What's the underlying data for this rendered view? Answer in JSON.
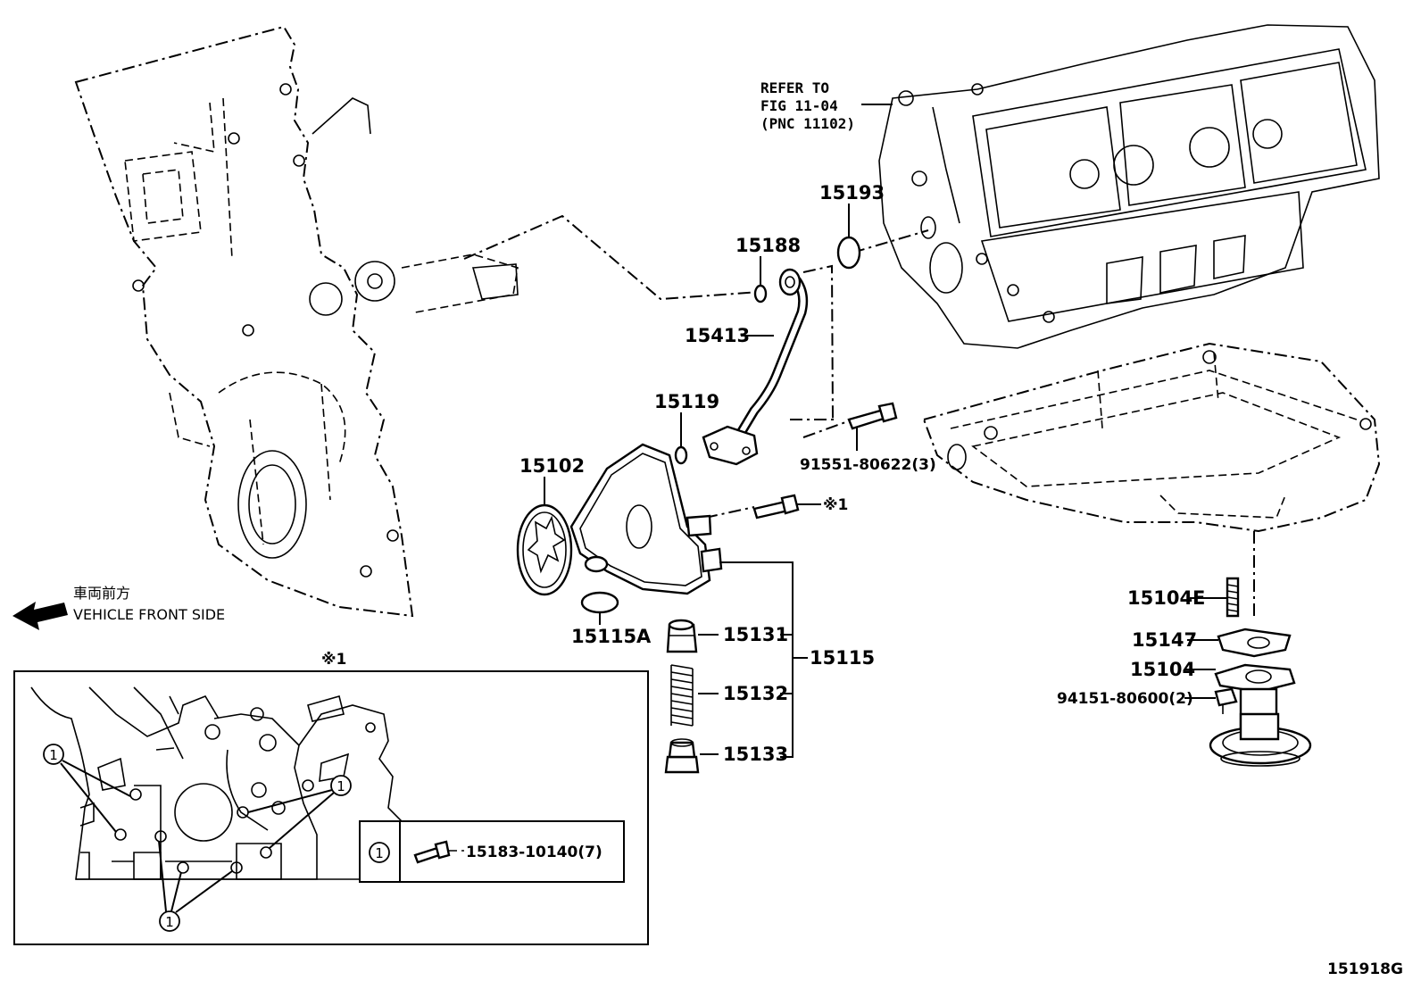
{
  "refer": {
    "line1": "REFER TO",
    "line2": "FIG 11-04",
    "line3": "(PNC 11102)"
  },
  "parts": {
    "p15193": "15193",
    "p15188": "15188",
    "p15413": "15413",
    "p15119": "15119",
    "p91551": "91551-80622(3)",
    "p15102": "15102",
    "note1": "※1",
    "p15115A": "15115A",
    "p15131": "15131",
    "p15132": "15132",
    "p15133": "15133",
    "p15115": "15115",
    "p15104E": "15104E",
    "p15147": "15147",
    "p15104": "15104",
    "p94151": "94151-80600(2)"
  },
  "front": {
    "jp": "車両前方",
    "en": "VEHICLE FRONT SIDE"
  },
  "inset": {
    "title": "※1",
    "callout": "1",
    "legend_part": "15183-10140(7)"
  },
  "footer": {
    "code": "151918G"
  }
}
